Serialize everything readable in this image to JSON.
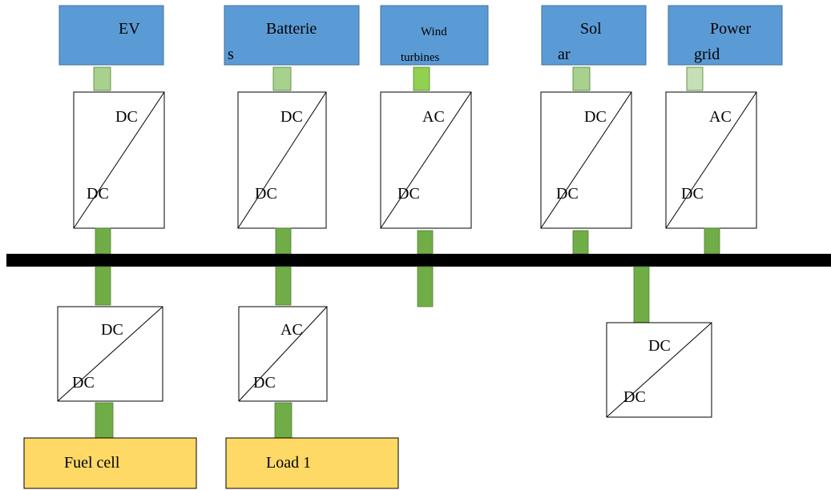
{
  "colors": {
    "source_fill": "#5b9bd5",
    "load_fill": "#ffd966",
    "link_top": "#a9d18e",
    "link_top_bright": "#92d050",
    "link_bus": "#70ad47",
    "bus": "#000000",
    "converter_border": "#000000"
  },
  "sources": [
    {
      "id": "ev",
      "label_line1": "EV",
      "label_line2": ""
    },
    {
      "id": "batteries",
      "label_line1": "Batterie",
      "label_line2": "s"
    },
    {
      "id": "wind",
      "label_line1": "Wind",
      "label_line2": "turbines"
    },
    {
      "id": "solar",
      "label_line1": "Sol",
      "label_line2": "ar"
    },
    {
      "id": "grid",
      "label_line1": "Power",
      "label_line2": "grid"
    }
  ],
  "top_converters": [
    {
      "id": "ev",
      "top": "DC",
      "bottom": "DC"
    },
    {
      "id": "batteries",
      "top": "DC",
      "bottom": "DC"
    },
    {
      "id": "wind",
      "top": "AC",
      "bottom": "DC"
    },
    {
      "id": "solar",
      "top": "DC",
      "bottom": "DC"
    },
    {
      "id": "grid",
      "top": "AC",
      "bottom": "DC"
    }
  ],
  "bottom_converters": [
    {
      "id": "fuel",
      "top": "DC",
      "bottom": "DC"
    },
    {
      "id": "load",
      "top": "AC",
      "bottom": "DC"
    },
    {
      "id": "extra",
      "top": "DC",
      "bottom": "DC"
    }
  ],
  "loads": [
    {
      "id": "fuel",
      "label": "Fuel cell"
    },
    {
      "id": "load1",
      "label": "Load 1"
    }
  ]
}
